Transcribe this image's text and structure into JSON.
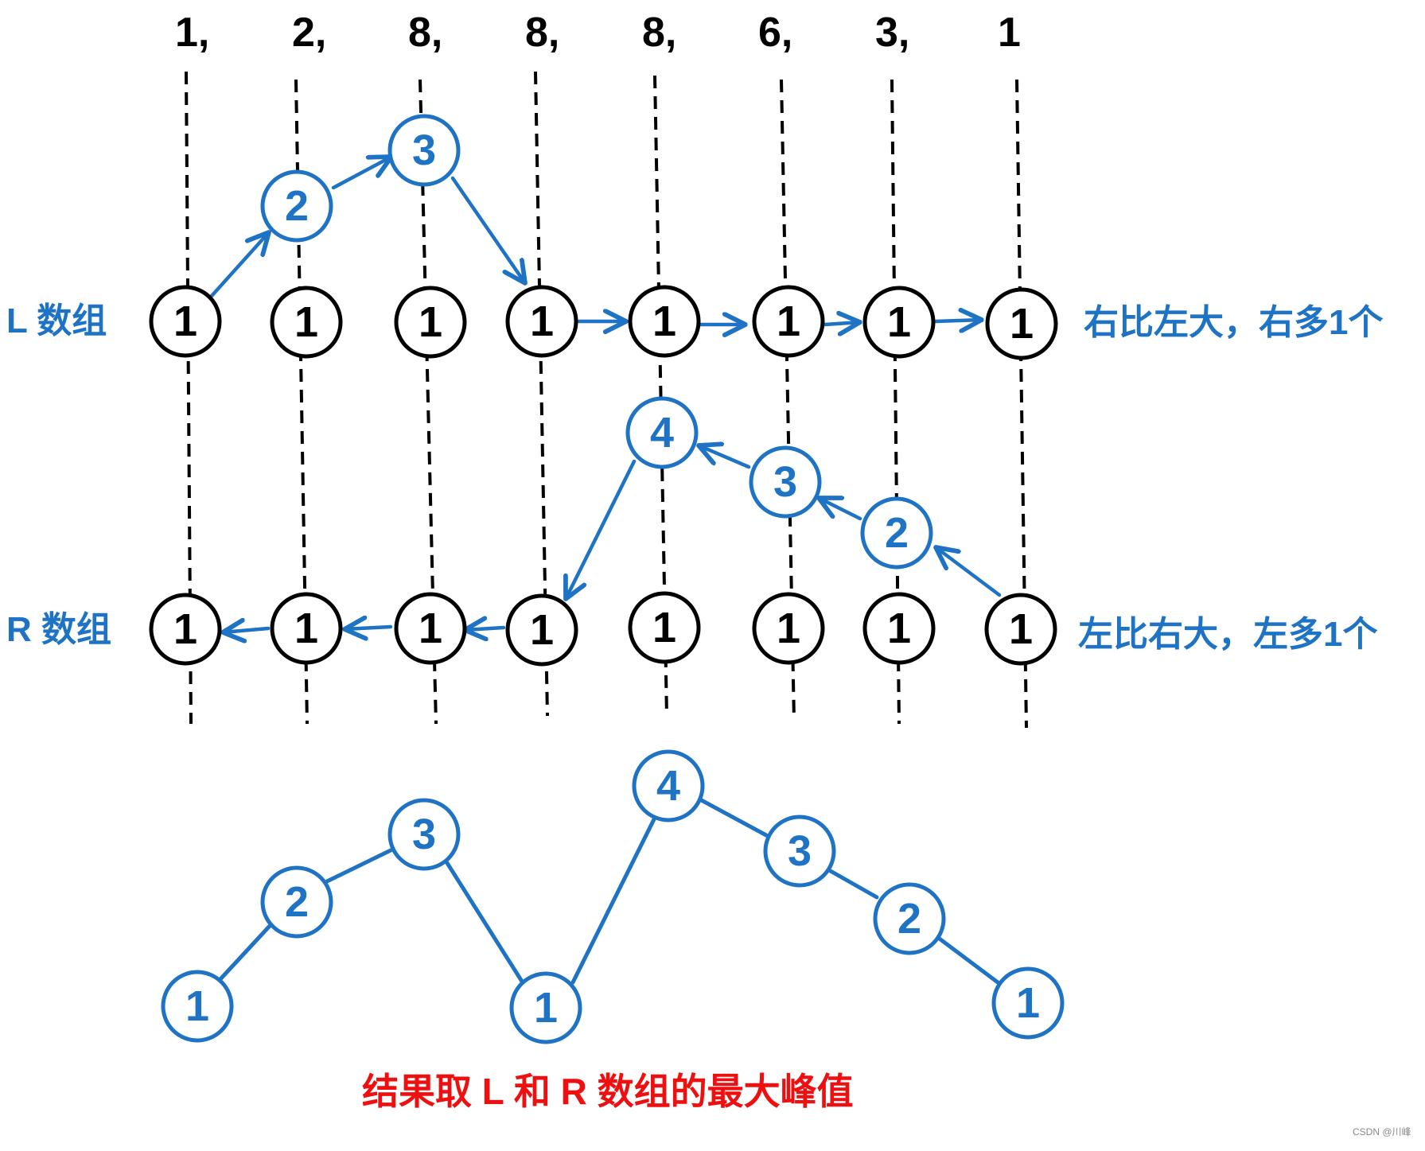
{
  "input_values": [
    "1,",
    "2,",
    "8,",
    "8,",
    "8,",
    "6,",
    "3,",
    "1"
  ],
  "left_array": {
    "label": "L 数组",
    "annotation": "右比左大，右多1个",
    "initial": [
      "1",
      "1",
      "1",
      "1",
      "1",
      "1",
      "1",
      "1"
    ],
    "raised": [
      "2",
      "3"
    ]
  },
  "right_array": {
    "label": "R 数组",
    "annotation": "左比右大，左多1个",
    "initial": [
      "1",
      "1",
      "1",
      "1",
      "1",
      "1",
      "1",
      "1"
    ],
    "raised": [
      "4",
      "3",
      "2"
    ]
  },
  "result": {
    "values": [
      "1",
      "2",
      "3",
      "1",
      "4",
      "3",
      "2",
      "1"
    ],
    "caption": "结果取 L 和 R 数组的最大峰值"
  },
  "watermark": "CSDN @川峰",
  "colors": {
    "blue": "#1f73c4",
    "black": "#000000",
    "red": "#ee1010"
  }
}
